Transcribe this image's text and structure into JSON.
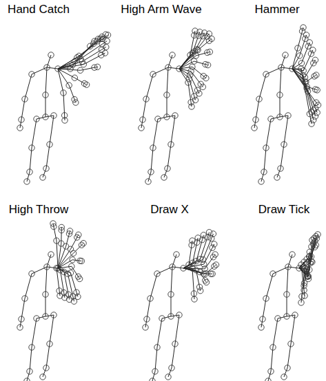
{
  "diagram": {
    "labels": [
      "Hand Catch",
      "High Arm Wave",
      "Hammer",
      "High Throw",
      "Draw X",
      "Draw Tick"
    ]
  }
}
